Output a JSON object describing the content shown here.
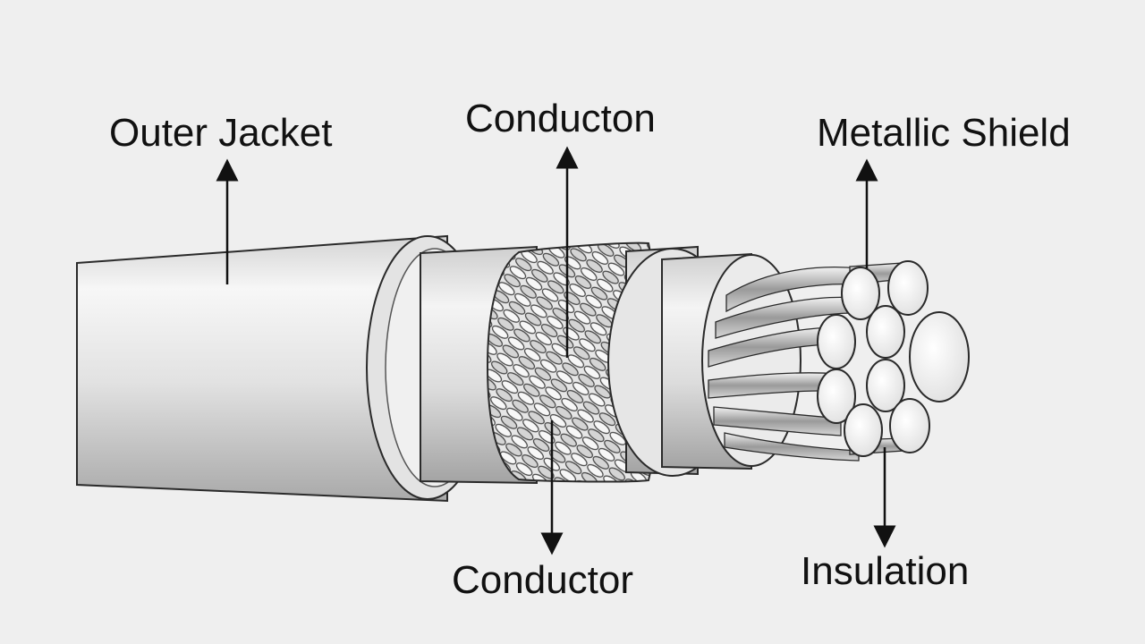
{
  "labels": {
    "outer_jacket": "Outer Jacket",
    "conducton": "Conducton",
    "metallic_shield": "Metallic Shield",
    "conductor": "Conductor",
    "insulation": "Insulation"
  },
  "colors": {
    "background": "#efefef",
    "outline": "#2a2a2a",
    "label_text": "#111111"
  }
}
